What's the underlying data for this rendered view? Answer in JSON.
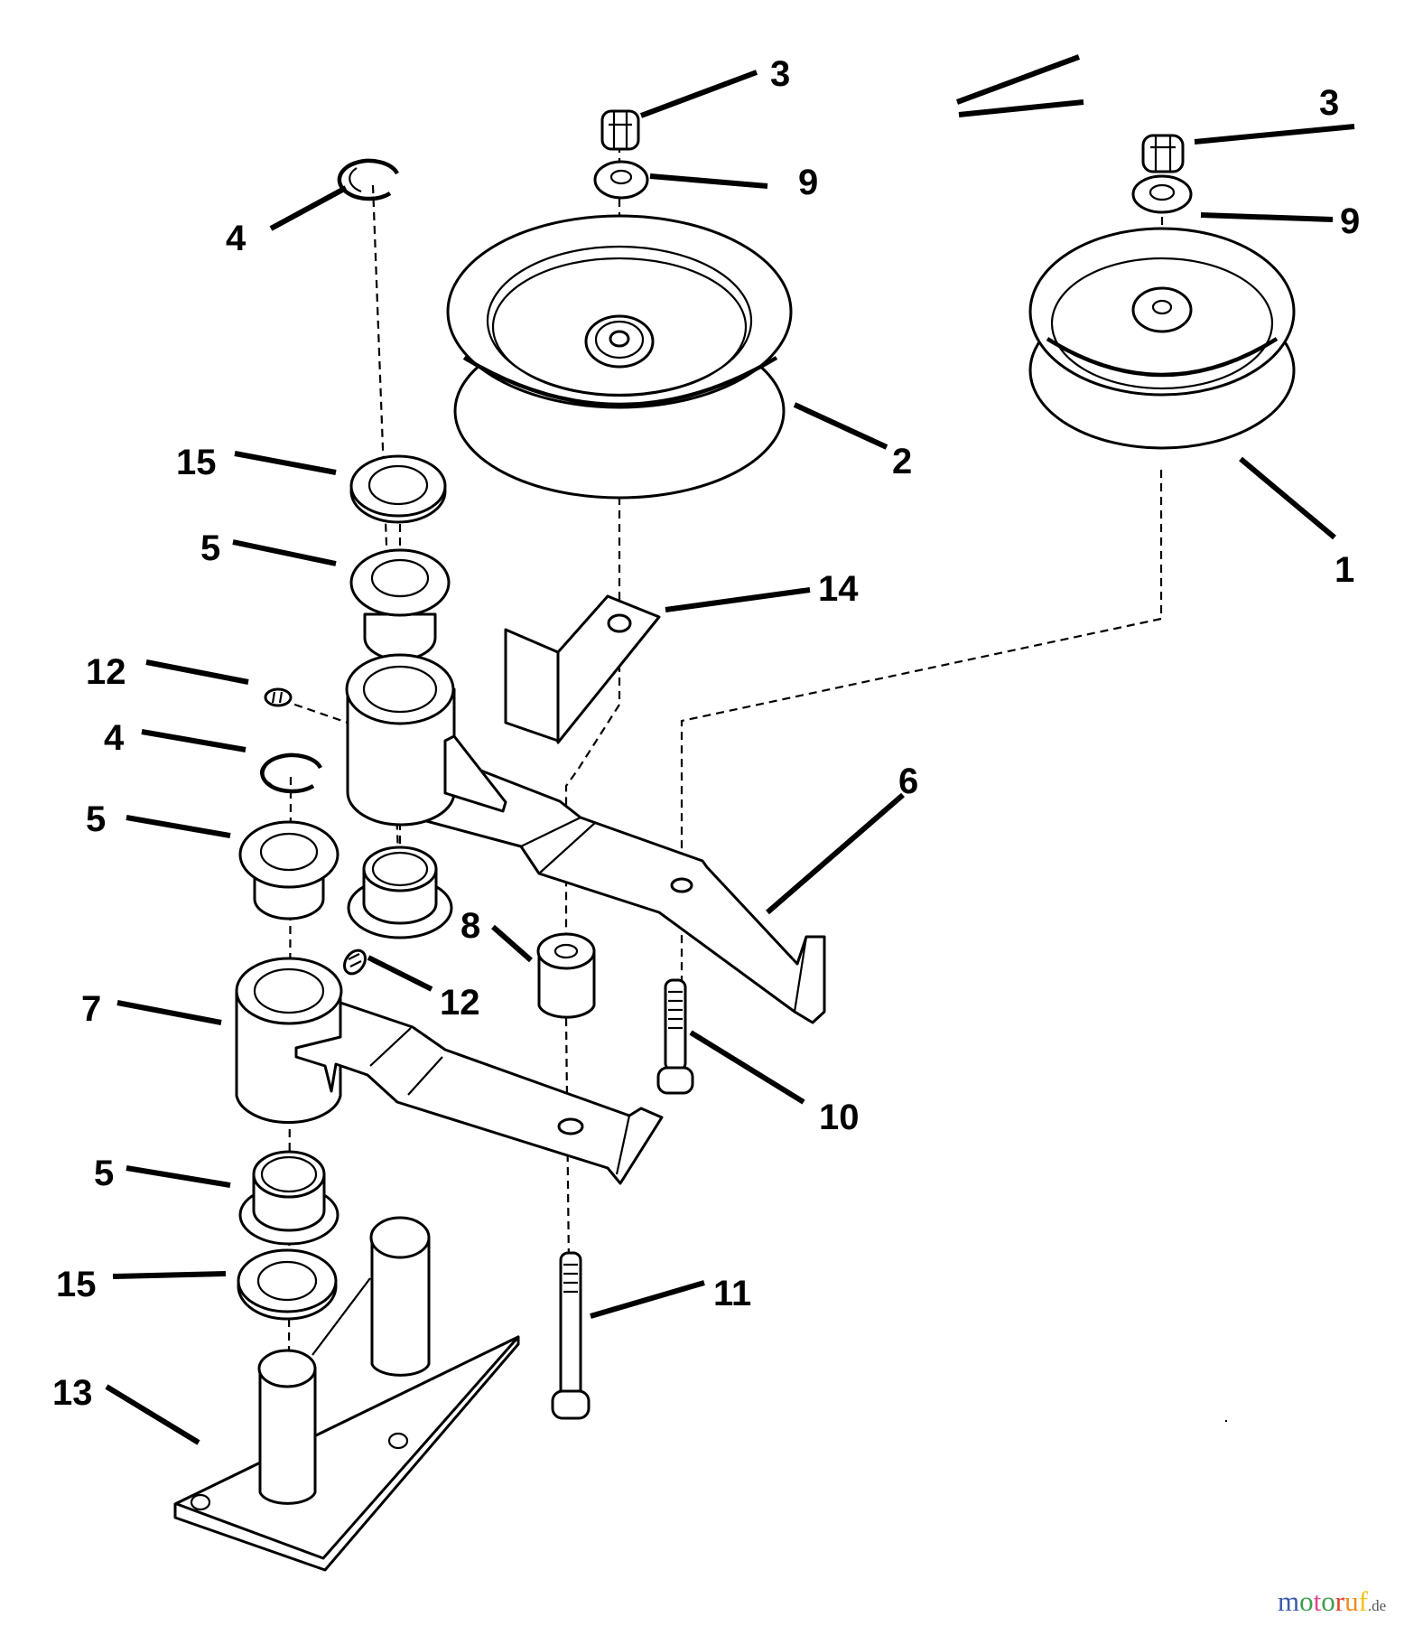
{
  "diagram": {
    "title": "Idler pulley and arm assembly — exploded parts view",
    "callouts": [
      {
        "id": "c1",
        "label": "1",
        "part": "flat idler pulley"
      },
      {
        "id": "c2",
        "label": "2",
        "part": "v-idler pulley"
      },
      {
        "id": "c3a",
        "label": "3",
        "part": "hex nut"
      },
      {
        "id": "c3b",
        "label": "3",
        "part": "hex nut"
      },
      {
        "id": "c4a",
        "label": "4",
        "part": "retaining ring"
      },
      {
        "id": "c4b",
        "label": "4",
        "part": "retaining ring"
      },
      {
        "id": "c5a",
        "label": "5",
        "part": "flange bushing"
      },
      {
        "id": "c5b",
        "label": "5",
        "part": "flange bushing"
      },
      {
        "id": "c5c",
        "label": "5",
        "part": "flange bushing"
      },
      {
        "id": "c6",
        "label": "6",
        "part": "idler arm (upper)"
      },
      {
        "id": "c7",
        "label": "7",
        "part": "idler arm (lower)"
      },
      {
        "id": "c8",
        "label": "8",
        "part": "spacer"
      },
      {
        "id": "c9a",
        "label": "9",
        "part": "flat washer"
      },
      {
        "id": "c9b",
        "label": "9",
        "part": "flat washer"
      },
      {
        "id": "c10",
        "label": "10",
        "part": "hex bolt"
      },
      {
        "id": "c11",
        "label": "11",
        "part": "hex bolt (long)"
      },
      {
        "id": "c12a",
        "label": "12",
        "part": "set screw / grease fitting"
      },
      {
        "id": "c12b",
        "label": "12",
        "part": "set screw / grease fitting"
      },
      {
        "id": "c13",
        "label": "13",
        "part": "pivot mounting plate"
      },
      {
        "id": "c14",
        "label": "14",
        "part": "belt guide bracket"
      },
      {
        "id": "c15a",
        "label": "15",
        "part": "thrust washer"
      },
      {
        "id": "c15b",
        "label": "15",
        "part": "thrust washer"
      }
    ]
  },
  "watermark": {
    "letters": [
      {
        "char": "m",
        "color": "#3b5bab"
      },
      {
        "char": "o",
        "color": "#3aa04a"
      },
      {
        "char": "t",
        "color": "#e0478f"
      },
      {
        "char": "o",
        "color": "#3aa04a"
      },
      {
        "char": "r",
        "color": "#e0402a"
      },
      {
        "char": "u",
        "color": "#f08a1c"
      },
      {
        "char": "f",
        "color": "#f2c21b"
      }
    ],
    "suffix": ".de",
    "suffix_color": "#555555"
  }
}
